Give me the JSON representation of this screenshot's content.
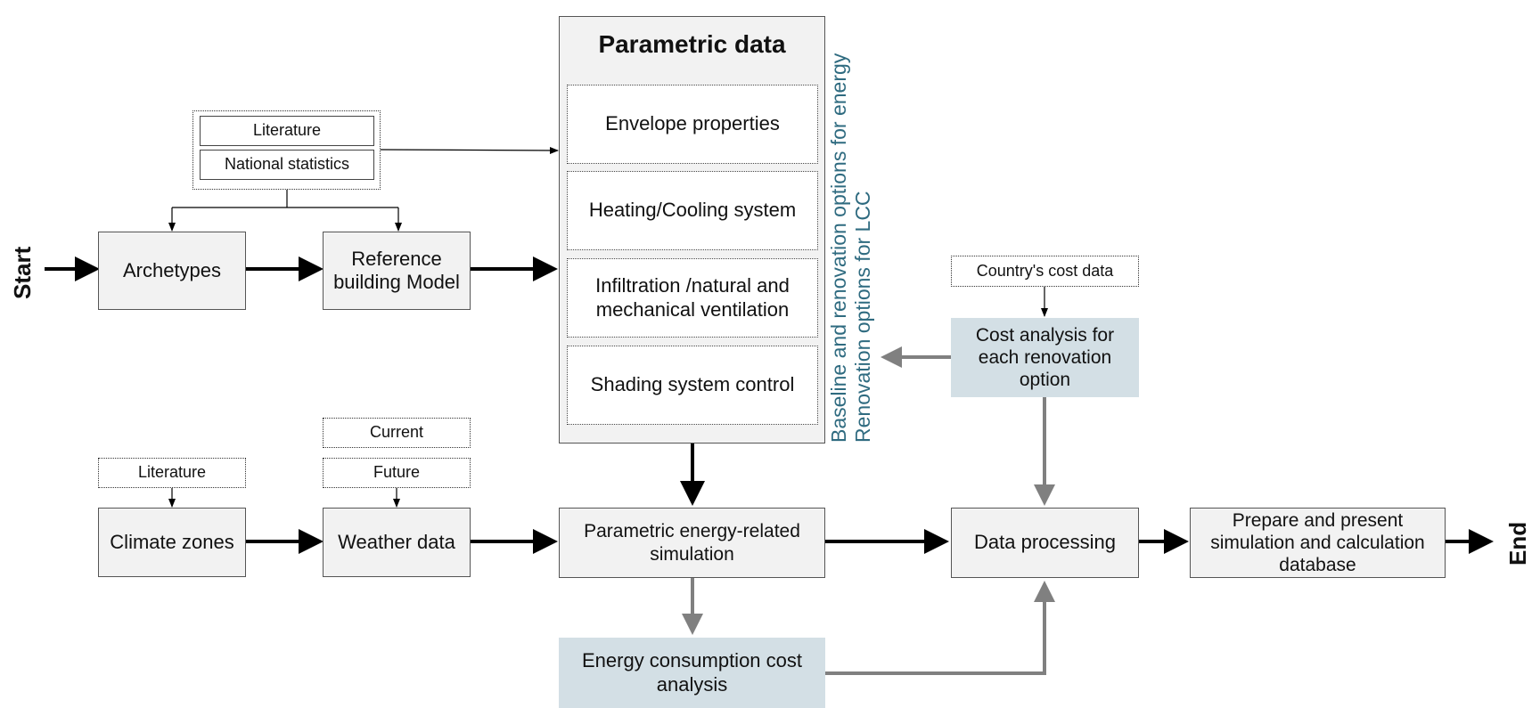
{
  "start_label": "Start",
  "end_label": "End",
  "parametric": {
    "title": "Parametric data",
    "items": [
      "Envelope properties",
      "Heating/Cooling system",
      "Infiltration /natural and\nmechanical ventilation",
      "Shading system control"
    ]
  },
  "sources_top": {
    "literature": "Literature",
    "national_statistics": "National statistics"
  },
  "archetypes": "Archetypes",
  "reference_model": "Reference\nbuilding Model",
  "climate": {
    "source": "Literature",
    "label": "Climate zones"
  },
  "weather": {
    "current": "Current",
    "future": "Future",
    "label": "Weather data"
  },
  "simulation": "Parametric energy-related\nsimulation",
  "energy_cost": "Energy consumption cost\nanalysis",
  "country_cost": "Country's cost data",
  "cost_analysis": "Cost analysis for\neach renovation\noption",
  "data_processing": "Data processing",
  "prepare": "Prepare and present\nsimulation and calculation\ndatabase",
  "vertical_labels": {
    "line1": "Baseline and renovation options for energy",
    "line2": "Renovation options for LCC"
  }
}
